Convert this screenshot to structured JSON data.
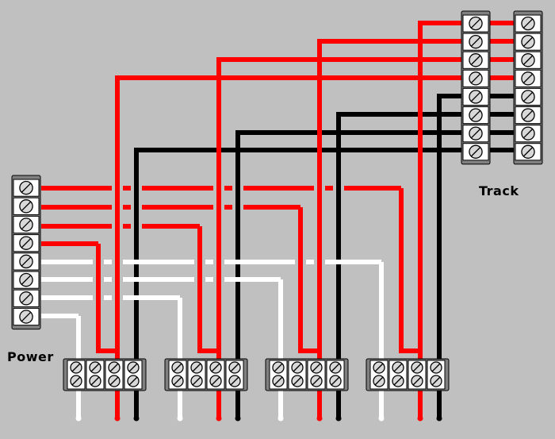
{
  "labels": {
    "track": "Track",
    "power": "Power"
  },
  "colors": {
    "background": "#c0c0c0",
    "positive_wire": "#ff0000",
    "negative_wire": "#000000",
    "common_wire": "#ffffff",
    "terminal_outline": "#000000"
  },
  "components": {
    "power_block_terminals": 8,
    "track_blocks": 2,
    "track_terminals_per_block": 8,
    "switch_blocks": 4,
    "terminals_per_switch": 4
  }
}
